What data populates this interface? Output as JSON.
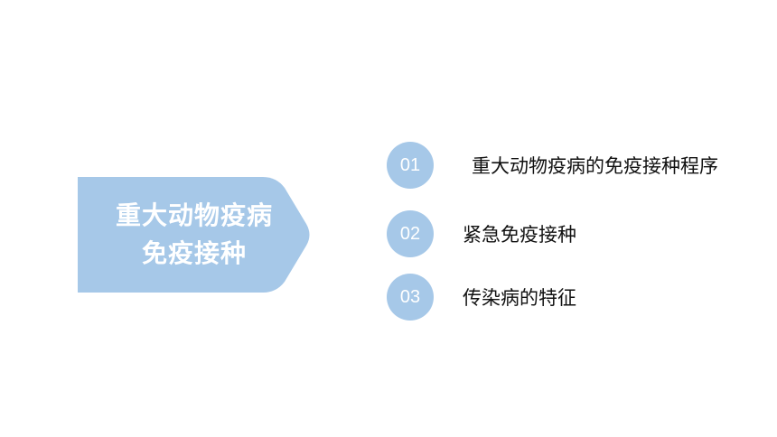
{
  "banner": {
    "line1": "重大动物疫病",
    "line2": "免疫接种",
    "color": "#a6c8e8"
  },
  "items": [
    {
      "number": "01",
      "label": "重大动物疫病的免疫接种程序"
    },
    {
      "number": "02",
      "label": "紧急免疫接种"
    },
    {
      "number": "03",
      "label": "传染病的特征"
    }
  ],
  "colors": {
    "accent": "#a6c8e8",
    "text": "#111111",
    "background": "#ffffff"
  }
}
